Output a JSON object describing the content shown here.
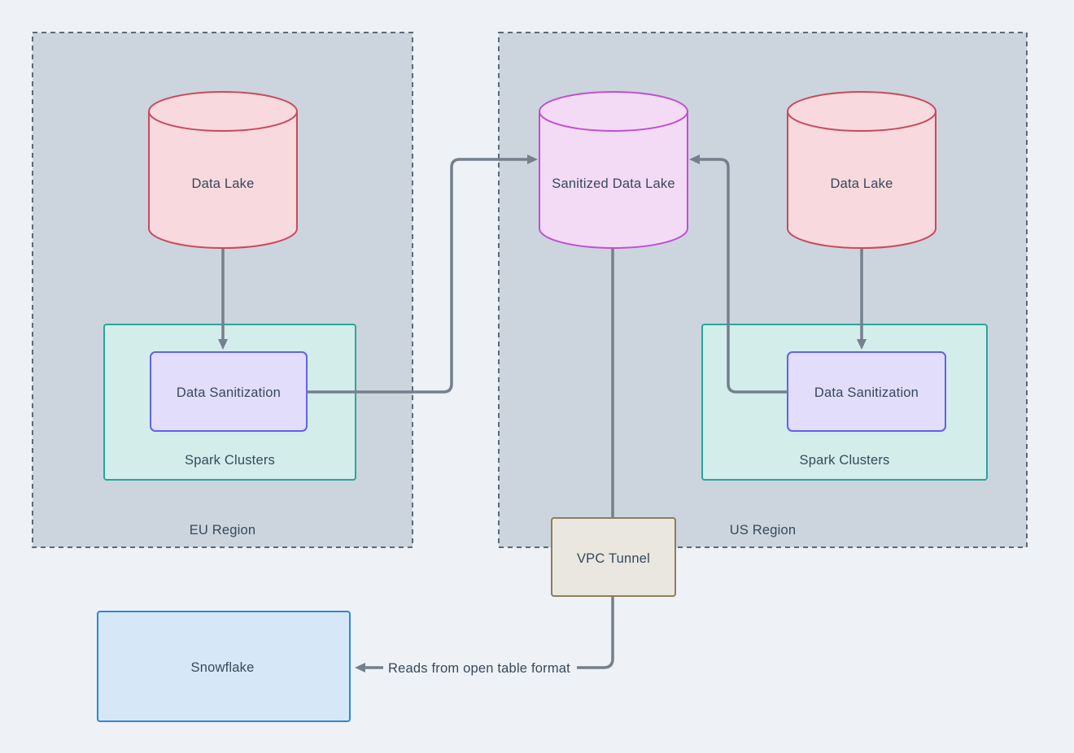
{
  "diagram": {
    "regions": {
      "eu": {
        "label": "EU Region"
      },
      "us": {
        "label": "US Region"
      }
    },
    "nodes": {
      "eu_data_lake": {
        "label": "Data Lake"
      },
      "sanitized_data_lake": {
        "label": "Sanitized Data Lake"
      },
      "us_data_lake": {
        "label": "Data Lake"
      },
      "eu_spark_clusters": {
        "label": "Spark Clusters"
      },
      "us_spark_clusters": {
        "label": "Spark Clusters"
      },
      "eu_data_sanitization": {
        "label": "Data Sanitization"
      },
      "us_data_sanitization": {
        "label": "Data Sanitization"
      },
      "vpc_tunnel": {
        "label": "VPC Tunnel"
      },
      "snowflake": {
        "label": "Snowflake"
      }
    },
    "edges": {
      "snowflake_read": {
        "label": "Reads from open table format"
      }
    },
    "colors": {
      "background": "#eef1f5",
      "region_fill": "#ccd5dd",
      "region_border": "#5a6a7a",
      "connector": "#74808e",
      "text": "#36495c",
      "data_lake_fill": "#f8d9dd",
      "data_lake_border": "#c84a5e",
      "sanitized_lake_fill": "#f3daf5",
      "sanitized_lake_border": "#bf50d1",
      "spark_fill": "#d3edea",
      "spark_border": "#27a79b",
      "sanitization_fill": "#e1ddfb",
      "sanitization_border": "#6461ea",
      "vpc_fill": "#e9e7df",
      "vpc_border": "#8e7e5a",
      "snowflake_fill": "#d6e7f8",
      "snowflake_border": "#2f86d6"
    }
  }
}
